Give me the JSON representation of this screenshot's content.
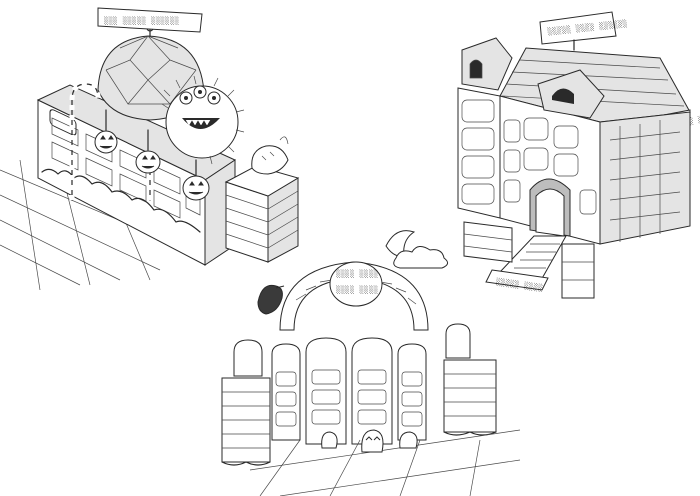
{
  "signs": {
    "kiosk_header": "░░░ ░░░░░ ░░░░░░",
    "house_header": "░░░░░ ░░░░ ░░░░░░",
    "house_roof": "░░░░ ░░░░ ░░░",
    "house_mat": "░░░░░ ░░░░",
    "gate_top_1": "░░░░ ░░░░",
    "gate_top_2": "░░░░ ░░░░"
  },
  "colors": {
    "ink": "#2a2a2a",
    "paper": "#ffffff",
    "shade": "#e4e4e4",
    "dark_shade": "#bdbdbd"
  },
  "scenes": [
    {
      "name": "monster-kiosk"
    },
    {
      "name": "haunted-house"
    },
    {
      "name": "graveyard-gate"
    }
  ]
}
